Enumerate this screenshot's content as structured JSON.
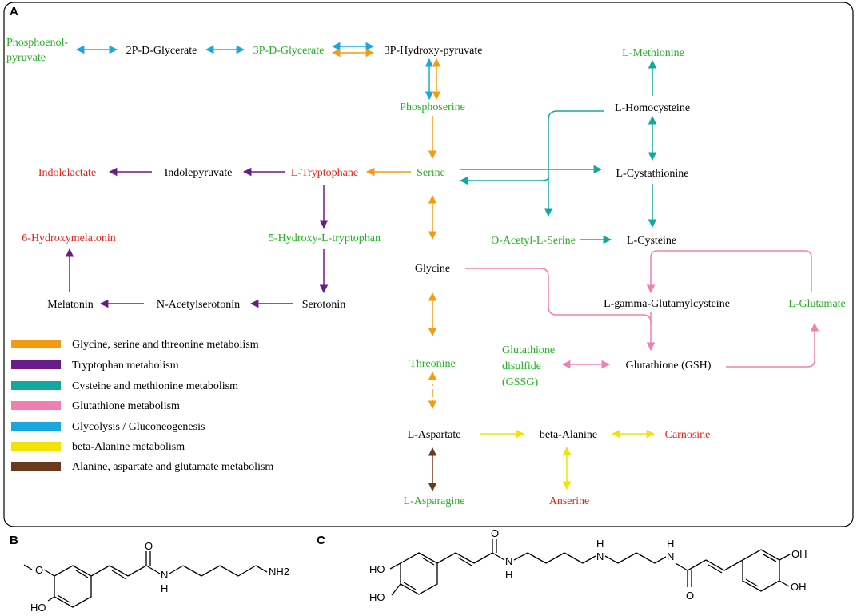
{
  "panels": {
    "a": "A",
    "b": "B",
    "c": "C"
  },
  "colors": {
    "green": "#22b222",
    "red": "#e8231a",
    "black": "#000000",
    "orange": "#f39c12",
    "purple": "#6a1b8a",
    "teal": "#13a89e",
    "pink": "#f080b0",
    "blue": "#1aa7e0",
    "yellow": "#f2e20a",
    "brown": "#6b3a1e"
  },
  "nodes": {
    "pep1": "Phosphoenol-",
    "pep2": "pyruvate",
    "pg2": "2P-D-Glycerate",
    "pg3": "3P-D-Glycerate",
    "hpyr": "3P-Hydroxy-pyruvate",
    "met": "L-Methionine",
    "pser": "Phosphoserine",
    "hcy": "L-Homocysteine",
    "indolelactate": "Indolelactate",
    "indolepyruvate": "Indolepyruvate",
    "trp": "L-Tryptophane",
    "ser": "Serine",
    "cth": "L-Cystathionine",
    "hmel": "6-Hydroxymelatonin",
    "htrp": "5-Hydroxy-L-tryptophan",
    "oas": "O-Acetyl-L-Serine",
    "cys": "L-Cysteine",
    "gly": "Glycine",
    "mel": "Melatonin",
    "nas": "N-Acetylserotonin",
    "srt": "Serotonin",
    "ggc": "L-gamma-Glutamylcysteine",
    "glu": "L-Glutamate",
    "gssg1": "Glutathione",
    "gssg2": "disulfide",
    "gssg3": "(GSSG)",
    "gsh": "Glutathione (GSH)",
    "thr": "Threonine",
    "asp": "L-Aspartate",
    "bala": "beta-Alanine",
    "car": "Carnosine",
    "ans": "Anserine",
    "asn": "L-Asparagine"
  },
  "legend": [
    {
      "label": "Glycine, serine and threonine metabolism",
      "color": "#f39c12"
    },
    {
      "label": "Tryptophan metabolism",
      "color": "#6a1b8a"
    },
    {
      "label": "Cysteine and methionine metabolism",
      "color": "#13a89e"
    },
    {
      "label": "Glutathione metabolism",
      "color": "#f080b0"
    },
    {
      "label": "Glycolysis / Gluconeogenesis",
      "color": "#1aa7e0"
    },
    {
      "label": "beta-Alanine metabolism",
      "color": "#f2e20a"
    },
    {
      "label": "Alanine, aspartate and glutamate metabolism",
      "color": "#6b3a1e"
    }
  ],
  "structures": {
    "b": {
      "o": "O",
      "n": "N",
      "h": "H",
      "nh2": "NH2",
      "ho": "HO"
    },
    "c": {
      "ho1": "HO",
      "ho2": "HO",
      "o1": "O",
      "o2": "O",
      "n1": "N",
      "h1": "H",
      "n2": "N",
      "h2": "H",
      "n3": "N",
      "h3": "H",
      "oh1": "OH",
      "oh2": "OH"
    }
  }
}
